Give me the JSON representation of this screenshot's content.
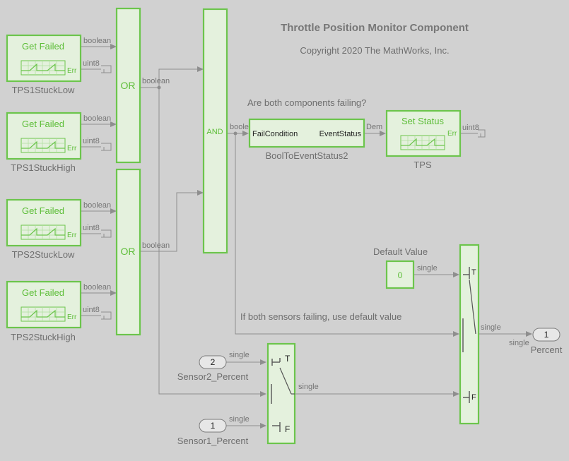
{
  "diagram": {
    "title": "Throttle Position Monitor Component",
    "copyright": "Copyright 2020 The MathWorks, Inc.",
    "question_note": "Are both components failing?",
    "default_note": "If both sensors failing, use default value",
    "default_value_label": "Default Value",
    "constant_value": "0",
    "signal_types": {
      "boolean": "boolean",
      "uint8": "uint8",
      "single": "single",
      "dem": "Dem"
    },
    "get_failed_blocks": [
      {
        "text": "Get Failed",
        "err": "Err",
        "label": "TPS1StuckLow"
      },
      {
        "text": "Get Failed",
        "err": "Err",
        "label": "TPS1StuckHigh"
      },
      {
        "text": "Get Failed",
        "err": "Err",
        "label": "TPS2StuckLow"
      },
      {
        "text": "Get Failed",
        "err": "Err",
        "label": "TPS2StuckHigh"
      }
    ],
    "or_blocks": [
      {
        "text": "OR"
      },
      {
        "text": "OR"
      }
    ],
    "and_block": {
      "text": "AND"
    },
    "bool_to_event": {
      "in_port": "FailCondition",
      "out_port": "EventStatus",
      "label": "BoolToEventStatus2"
    },
    "set_status": {
      "text": "Set Status",
      "err": "Err",
      "label": "TPS"
    },
    "inports": [
      {
        "number": "2",
        "label": "Sensor2_Percent"
      },
      {
        "number": "1",
        "label": "Sensor1_Percent"
      }
    ],
    "outport": {
      "number": "1",
      "label": "Percent"
    },
    "switch_ports": {
      "true": "T",
      "false": "F"
    }
  }
}
